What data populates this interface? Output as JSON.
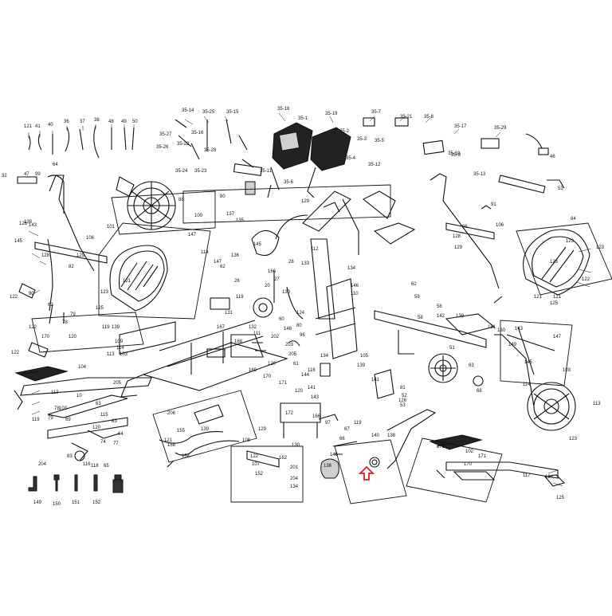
{
  "diagram": {
    "top_left_numbers": [
      "121",
      "41",
      "40",
      "36",
      "37",
      "38",
      "48",
      "49",
      "50"
    ],
    "top_left_row2": [
      "32",
      "47",
      "99",
      "64",
      "35-26",
      "35-27"
    ],
    "console_numbers": [
      "35-14",
      "35-25",
      "35-15",
      "35-18",
      "35-19",
      "35-1",
      "35-2",
      "35-7",
      "35-21",
      "35-8",
      "35-17",
      "35-29",
      "35-9",
      "35-16",
      "35-22",
      "35-23",
      "35-28",
      "35-3",
      "35-4",
      "35-5",
      "35-10",
      "35-11",
      "35-12",
      "35-13",
      "35-6",
      "35-24",
      "46",
      "53"
    ],
    "left_frame_numbers": [
      "143",
      "145",
      "138",
      "126",
      "106",
      "128",
      "129",
      "82",
      "122",
      "62",
      "90",
      "79",
      "78",
      "122",
      "170",
      "120",
      "122",
      "123",
      "125",
      "121",
      "139",
      "119",
      "109",
      "114",
      "113",
      "103"
    ],
    "center_numbers": [
      "101",
      "88",
      "80",
      "100",
      "137",
      "135",
      "147",
      "114",
      "147",
      "62",
      "136",
      "145",
      "129",
      "166",
      "27",
      "28",
      "26",
      "20",
      "130",
      "124",
      "112",
      "133",
      "119",
      "131",
      "132",
      "111",
      "202",
      "203",
      "120",
      "144",
      "141",
      "143",
      "134",
      "146",
      "110",
      "116",
      "134",
      "60",
      "146",
      "80",
      "96",
      "205",
      "61",
      "120",
      "105",
      "139",
      "141",
      "166",
      "97",
      "167",
      "168",
      "169",
      "170",
      "171",
      "172"
    ],
    "right_frame_numbers": [
      "91",
      "86",
      "106",
      "128",
      "129",
      "84",
      "123",
      "123",
      "121",
      "121",
      "125",
      "123",
      "122",
      "62",
      "59",
      "58",
      "142",
      "139",
      "58",
      "151",
      "160",
      "143",
      "147",
      "149",
      "145",
      "103",
      "114",
      "113",
      "123",
      "81",
      "52",
      "53",
      "51",
      "63",
      "68"
    ],
    "lower_numbers": [
      "104",
      "205",
      "204",
      "83",
      "116",
      "118",
      "65",
      "113",
      "78",
      "79",
      "119",
      "63",
      "115",
      "83",
      "120",
      "64",
      "74",
      "77",
      "10",
      "103",
      "69",
      "121",
      "206",
      "155",
      "154",
      "158",
      "139",
      "108",
      "122",
      "107",
      "152",
      "162",
      "201",
      "204",
      "134",
      "129",
      "130",
      "136",
      "145",
      "66",
      "67",
      "119",
      "140",
      "138",
      "126",
      "172",
      "102",
      "170",
      "171",
      "117",
      "124",
      "125"
    ],
    "tools": [
      {
        "label": "149"
      },
      {
        "label": "150"
      },
      {
        "label": "151"
      },
      {
        "label": "152"
      }
    ],
    "highlight_arrow_color": "#e02020",
    "line_color": "#111111"
  }
}
